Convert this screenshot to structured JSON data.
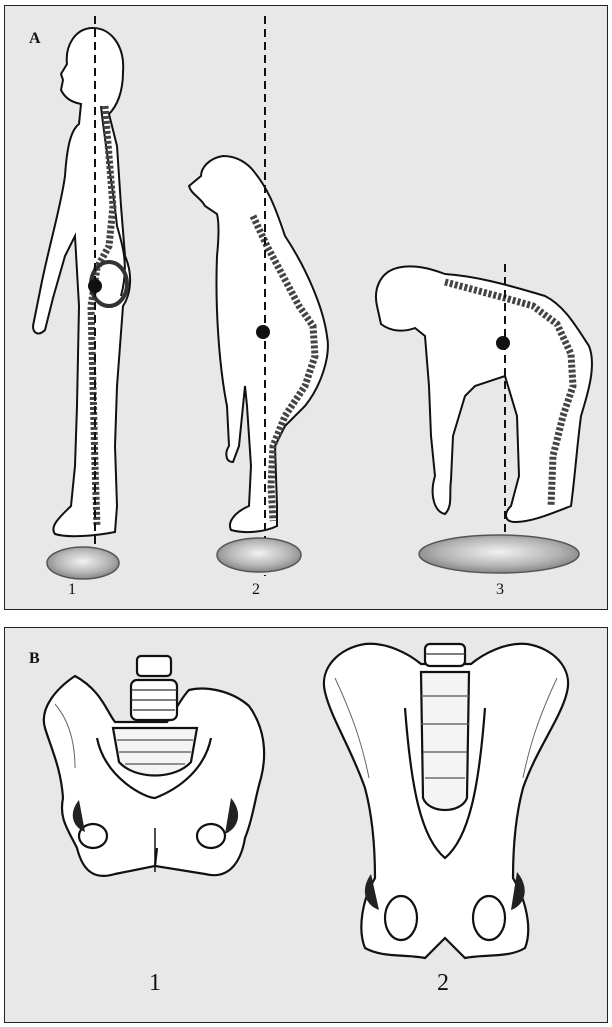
{
  "panel_a": {
    "letter": "A",
    "figures": [
      {
        "label": "1",
        "depicts": "human"
      },
      {
        "label": "2",
        "depicts": "hominid"
      },
      {
        "label": "3",
        "depicts": "chimpanzee"
      }
    ]
  },
  "panel_b": {
    "letter": "B",
    "pelves": [
      {
        "label": "1"
      },
      {
        "label": "2"
      }
    ]
  },
  "colors": {
    "panel_bg": "#e8e8e8",
    "border": "#222222",
    "ink": "#111111",
    "shadow": "#9a9a9a"
  }
}
